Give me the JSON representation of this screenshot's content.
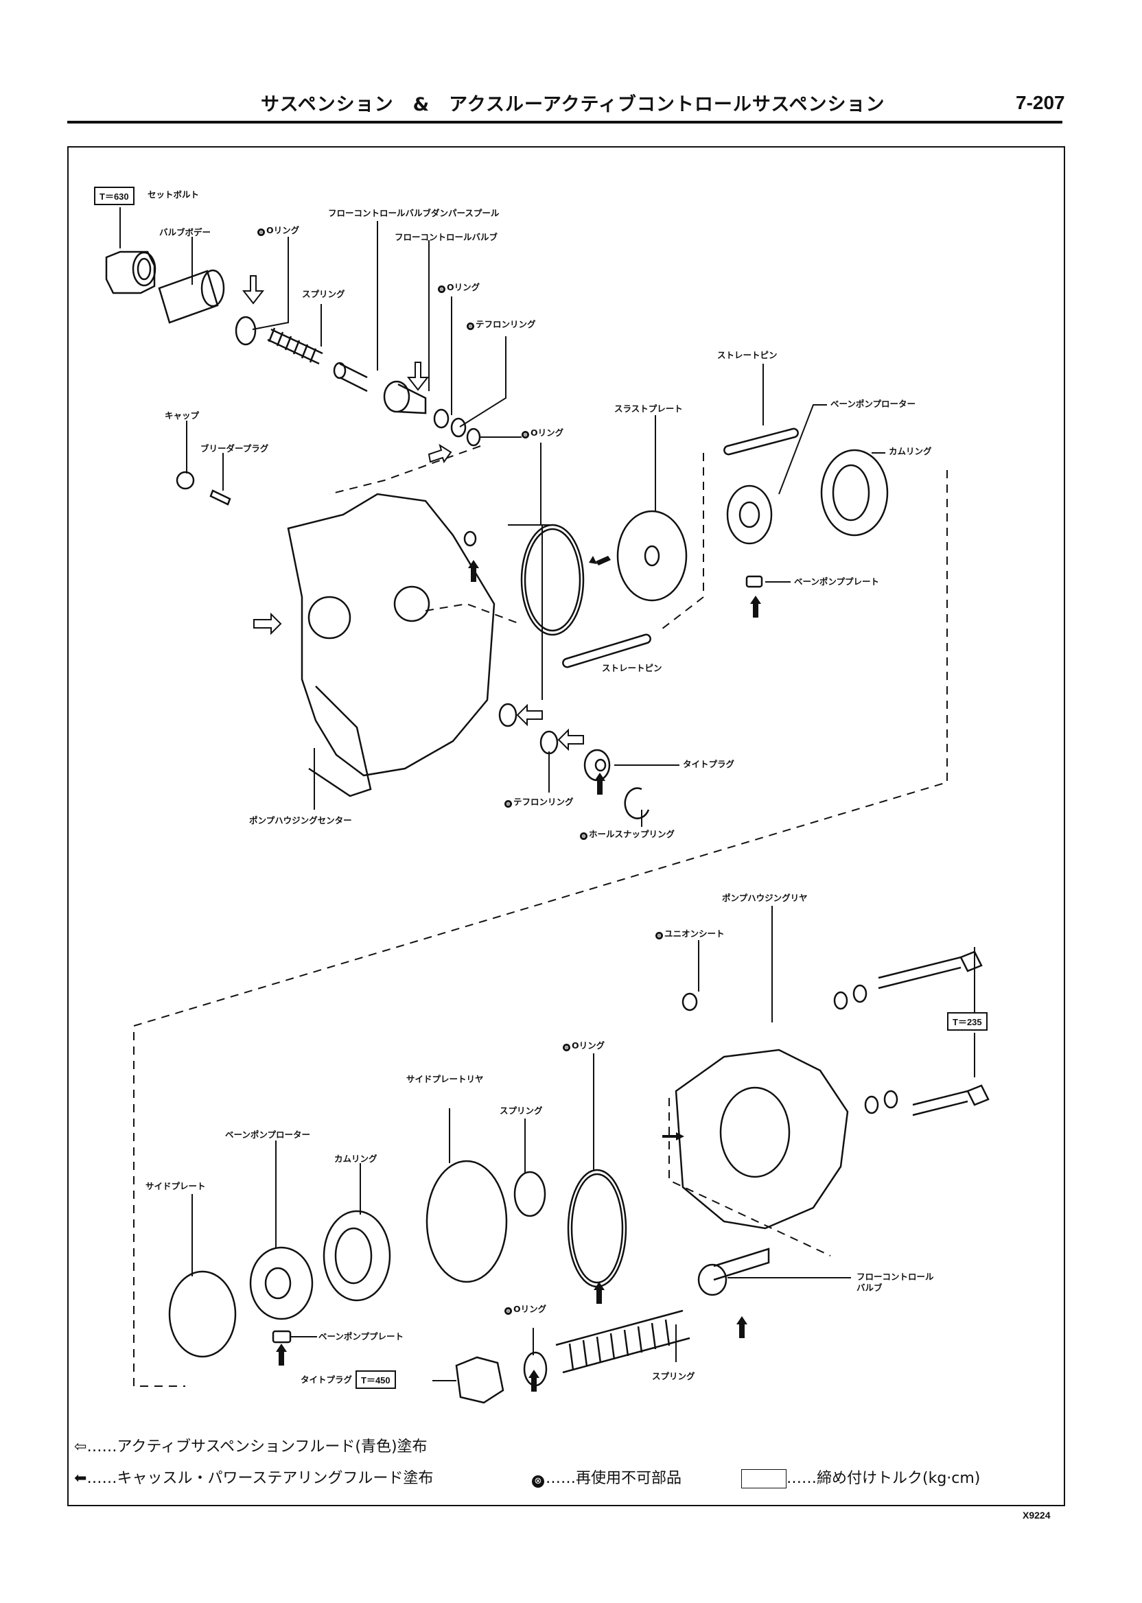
{
  "header": {
    "title": "サスペンション　&　アクスルーアクティブコントロールサスペンション",
    "page_number": "7-207"
  },
  "document_id": "X9224",
  "non_reusable_mark": "⊗",
  "upper_assembly": {
    "labels": {
      "set_bolt": "セットボルト",
      "valve_body": "バルブボデー",
      "o_ring_1": "Oリング",
      "spring_1": "スプリング",
      "damper_spool": "フローコントロールバルブダンパースプール",
      "flow_control_valve": "フローコントロールバルブ",
      "o_ring_2": "Oリング",
      "teflon_ring_1": "テフロンリング",
      "o_ring_3": "Oリング",
      "cap": "キャップ",
      "bleeder_plug": "ブリーダープラグ",
      "straight_pin_1": "ストレートピン",
      "thrust_plate": "スラストプレート",
      "vane_pump_rotor": "ベーンポンプローター",
      "cam_ring": "カムリング",
      "vane_pump_plate": "ベーンポンププレート",
      "straight_pin_2": "ストレートピン",
      "tight_plug": "タイトプラグ",
      "teflon_ring_2": "テフロンリング",
      "hole_snap_ring": "ホールスナップリング",
      "pump_housing_center": "ポンプハウジングセンター"
    },
    "torque_set_bolt": "T＝630"
  },
  "lower_assembly": {
    "labels": {
      "pump_housing_rear": "ポンプハウジングリヤ",
      "union_seat": "ユニオンシート",
      "o_ring_4": "Oリング",
      "side_plate_rear": "サイドプレートリヤ",
      "spring_2": "スプリング",
      "vane_pump_rotor": "ベーンポンプローター",
      "cam_ring": "カムリング",
      "side_plate": "サイドプレート",
      "flow_control_valve_line1": "フローコントロール",
      "flow_control_valve_line2": "バルブ",
      "o_ring_5": "Oリング",
      "vane_pump_plate": "ベーンポンププレート",
      "tight_plug": "タイトプラグ",
      "spring_3": "スプリング"
    },
    "torque_bolts": "T＝235",
    "torque_tight_plug": "T＝450"
  },
  "legend": {
    "open_arrow_icon": "⇦",
    "open_arrow_text": "……アクティブサスペンションフルード(青色)塗布",
    "filled_arrow_icon": "⬅",
    "filled_arrow_text": "……キャッスル・パワーステアリングフルード塗布",
    "non_reusable_text": "……再使用不可部品",
    "torque_text": "……締め付けトルク(kg·cm)"
  }
}
